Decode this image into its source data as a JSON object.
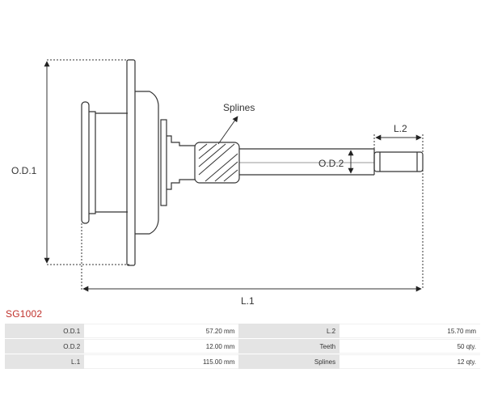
{
  "diagram": {
    "labels": {
      "od1": "O.D.1",
      "od2": "O.D.2",
      "l1": "L.1",
      "l2": "L.2",
      "splines": "Splines"
    }
  },
  "part_code": "SG1002",
  "specs": [
    {
      "label": "O.D.1",
      "value": "57.20 mm",
      "label2": "L.2",
      "value2": "15.70 mm"
    },
    {
      "label": "O.D.2",
      "value": "12.00 mm",
      "label2": "Teeth",
      "value2": "50 qty."
    },
    {
      "label": "L.1",
      "value": "115.00 mm",
      "label2": "Splines",
      "value2": "12 qty."
    }
  ]
}
